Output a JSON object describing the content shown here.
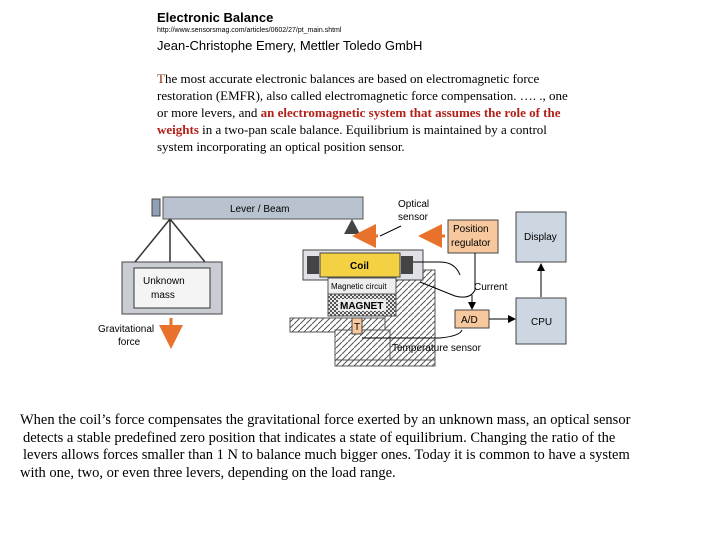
{
  "header": {
    "title": "Electronic Balance",
    "url": "http://www.sensorsmag.com/articles/0602/27/pt_main.shtml",
    "author": "Jean-Christophe Emery, Mettler Toledo GmbH"
  },
  "intro": {
    "first_letter": "T",
    "part1": "he most accurate electronic balances are based on electromagnetic force restoration (EMFR), also called electromagnetic force compensation. …. ., one or more levers, and ",
    "highlight": "an electromagnetic system that assumes the role of the weights",
    "part2": " in a two-pan scale balance. Equilibrium is maintained by a control system incorporating an optical position sensor."
  },
  "diagram": {
    "lever_beam": "Lever / Beam",
    "optical_sensor_1": "Optical",
    "optical_sensor_2": "sensor",
    "position_regulator_1": "Position",
    "position_regulator_2": "regulator",
    "display": "Display",
    "unknown_mass_1": "Unknown",
    "unknown_mass_2": "mass",
    "coil": "Coil",
    "magnetic_circuit": "Magnetic circuit",
    "magnet": "MAGNET",
    "current": "Current",
    "gravitational_force_1": "Gravitational",
    "gravitational_force_2": "force",
    "ad": "A/D",
    "cpu": "CPU",
    "t": "T",
    "temperature_sensor": "Temperature sensor"
  },
  "caption": {
    "line1": "When the coil’s force compensates the gravitational force exerted by an unknown mass, an optical sensor",
    "line2": "detects a stable predefined zero position that indicates a state of equilibrium. Changing the ratio of the",
    "line3": "levers allows forces smaller than 1 N to balance much bigger ones. Today it is common to have a system",
    "line4": "with one, two, or even three levers, depending on the load range."
  }
}
